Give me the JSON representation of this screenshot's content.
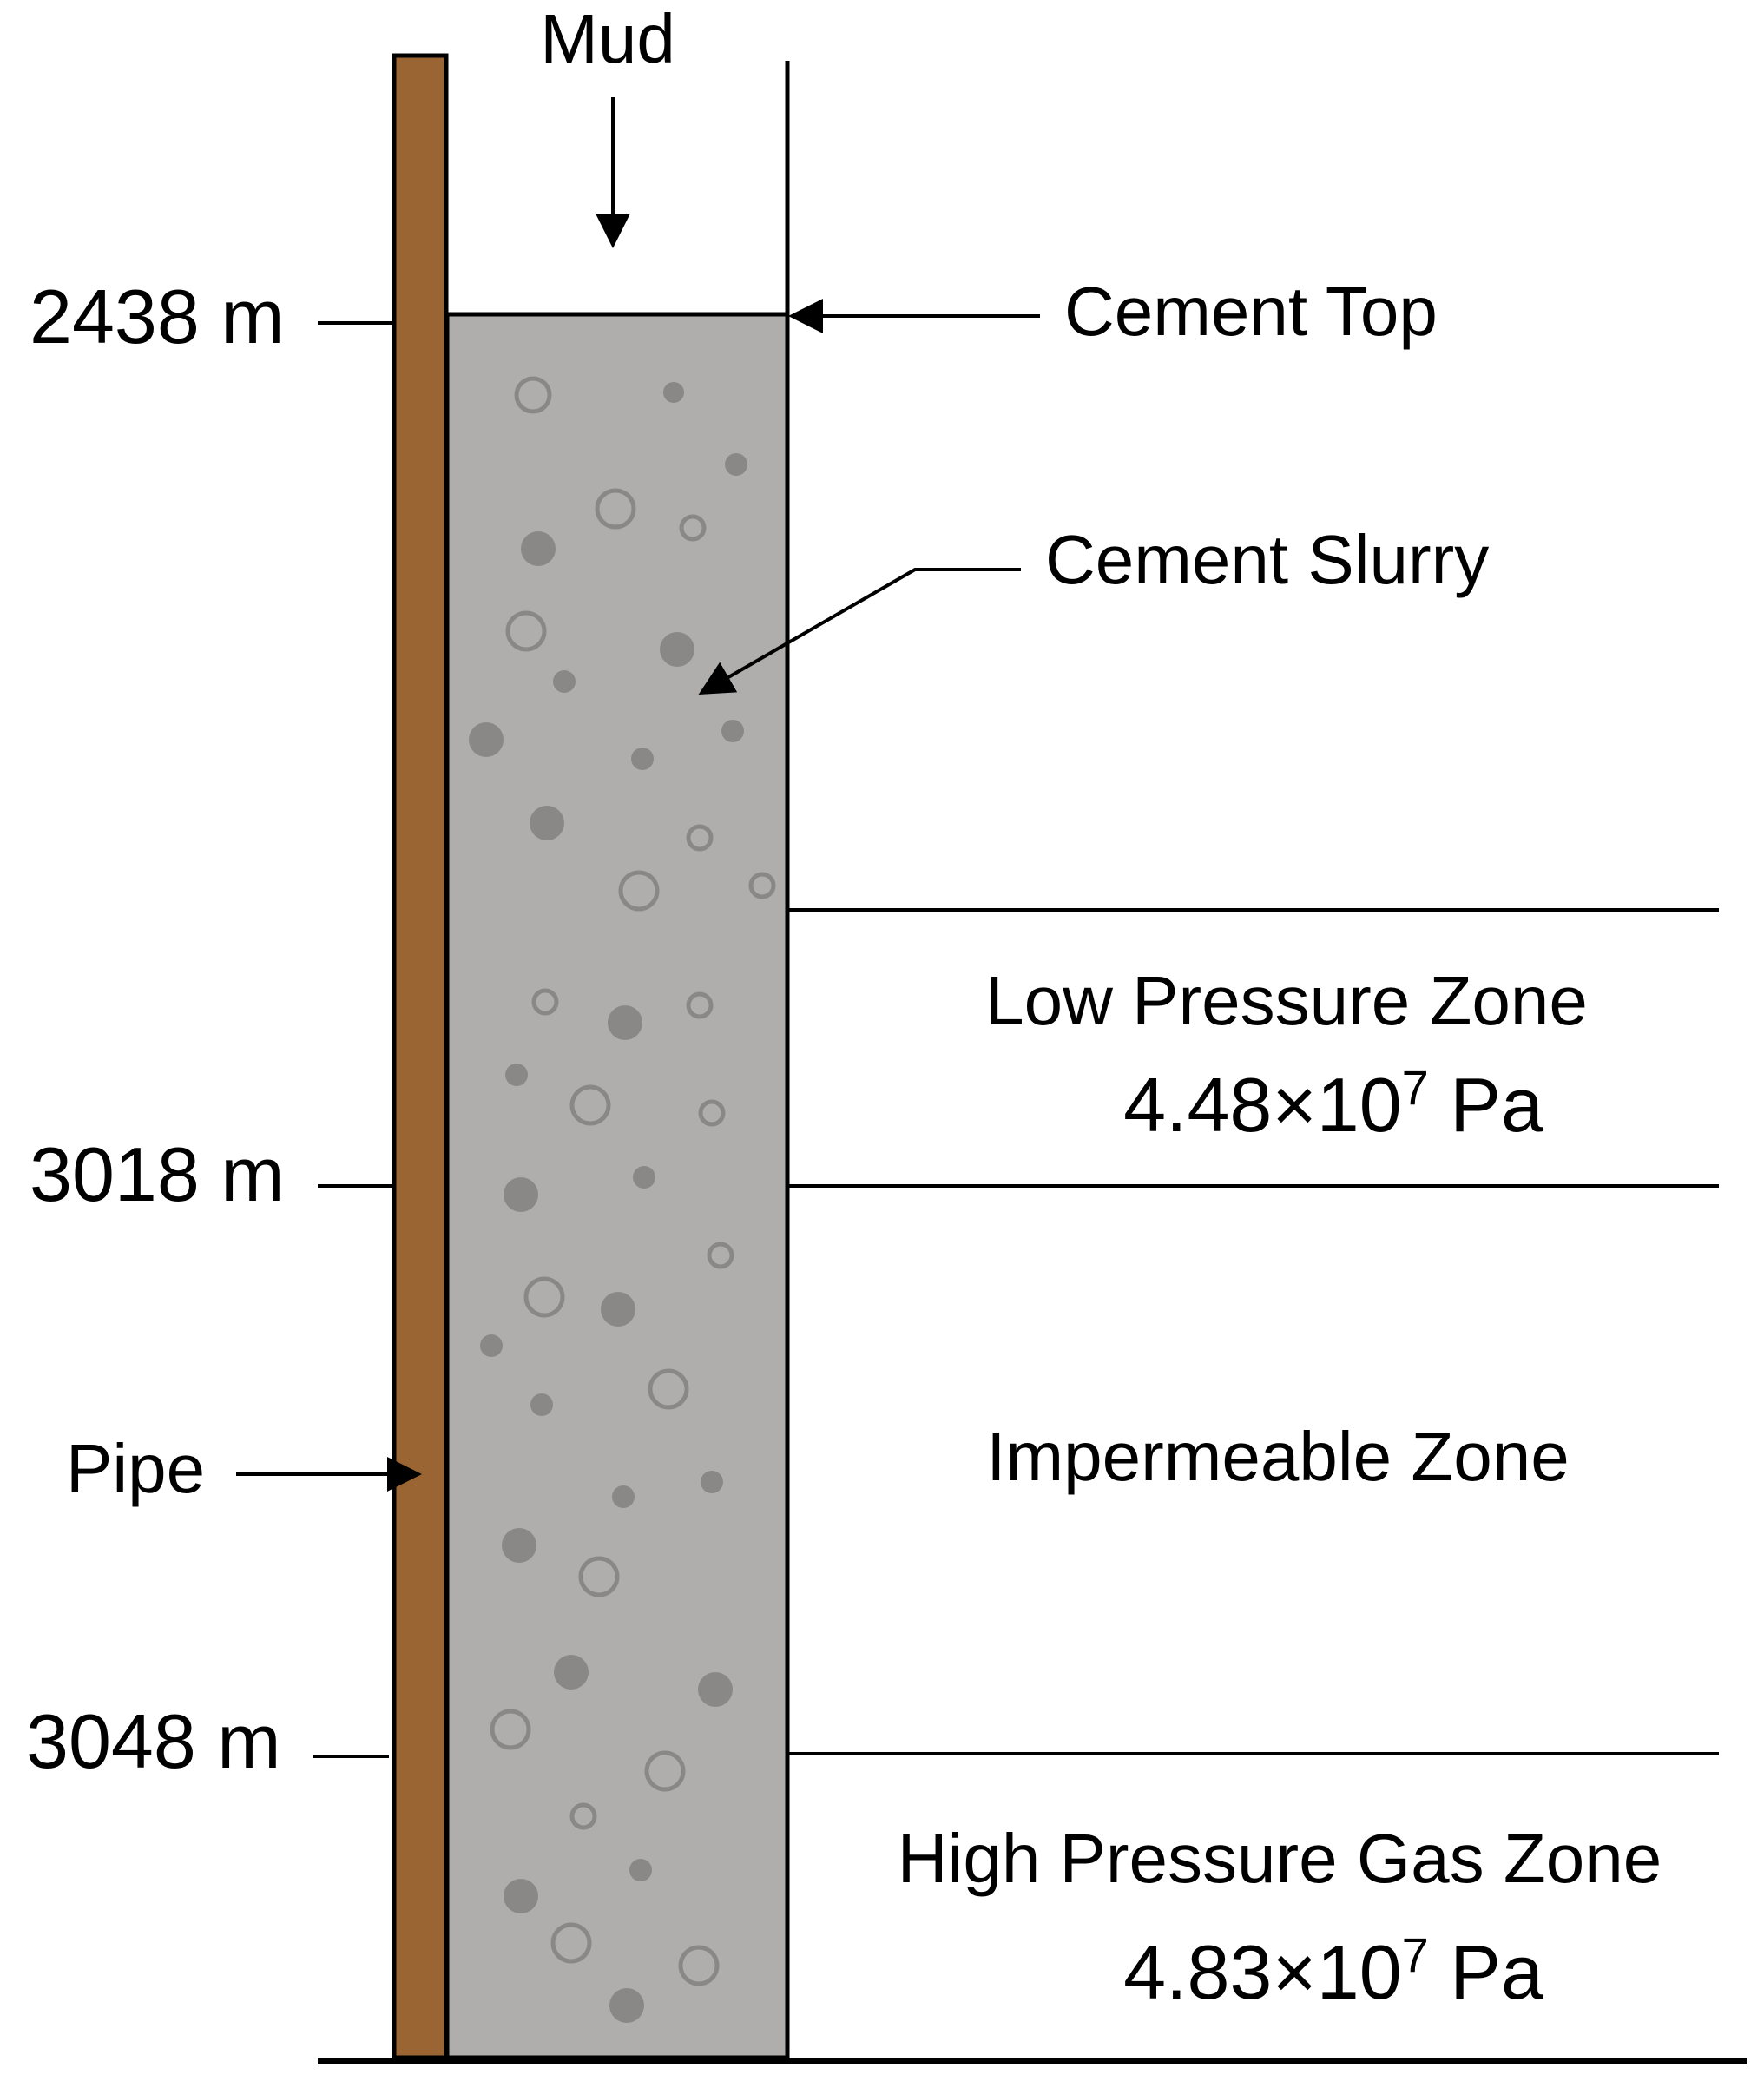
{
  "labels": {
    "mud": "Mud",
    "cement_top": "Cement Top",
    "cement_slurry": "Cement Slurry",
    "pipe": "Pipe",
    "low_pressure_zone": "Low Pressure Zone",
    "impermeable_zone": "Impermeable Zone",
    "high_pressure_gas_zone": "High Pressure Gas Zone"
  },
  "depths": {
    "cement_top": "2438 m",
    "low_zone_bottom": "3018 m",
    "high_zone_top": "3048 m"
  },
  "pressures": {
    "low_zone": {
      "mantissa": "4.48×10",
      "exponent": "7",
      "unit": " Pa"
    },
    "high_zone": {
      "mantissa": "4.83×10",
      "exponent": "7",
      "unit": " Pa"
    }
  },
  "colors": {
    "pipe": "#9A6533",
    "cement": "#B0AEAD",
    "bubble": "#8A8887",
    "lines": "#000000"
  }
}
